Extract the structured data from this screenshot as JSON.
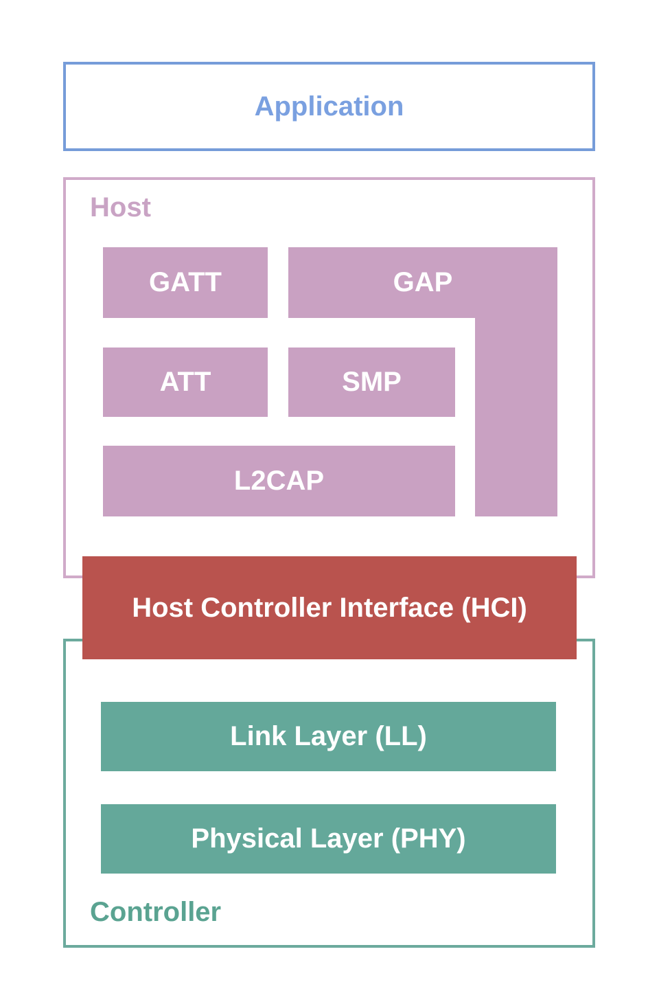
{
  "diagram": {
    "application": {
      "label": "Application"
    },
    "host": {
      "label": "Host",
      "blocks": {
        "gatt": "GATT",
        "gap": "GAP",
        "att": "ATT",
        "smp": "SMP",
        "l2cap": "L2CAP"
      }
    },
    "hci": {
      "label": "Host Controller Interface (HCI)"
    },
    "controller": {
      "label": "Controller",
      "blocks": {
        "link_layer": "Link Layer (LL)",
        "physical_layer": "Physical Layer (PHY)"
      }
    },
    "colors": {
      "application_border": "#769cd9",
      "application_text": "#7aa0e0",
      "host_border": "#d0aac9",
      "host_label": "#c9a3c4",
      "host_block_fill": "#c9a1c2",
      "hci_fill": "#b9534e",
      "controller_border": "#6caa9d",
      "controller_label": "#5aa391",
      "controller_block_fill": "#64a89a",
      "block_text": "#ffffff"
    }
  }
}
